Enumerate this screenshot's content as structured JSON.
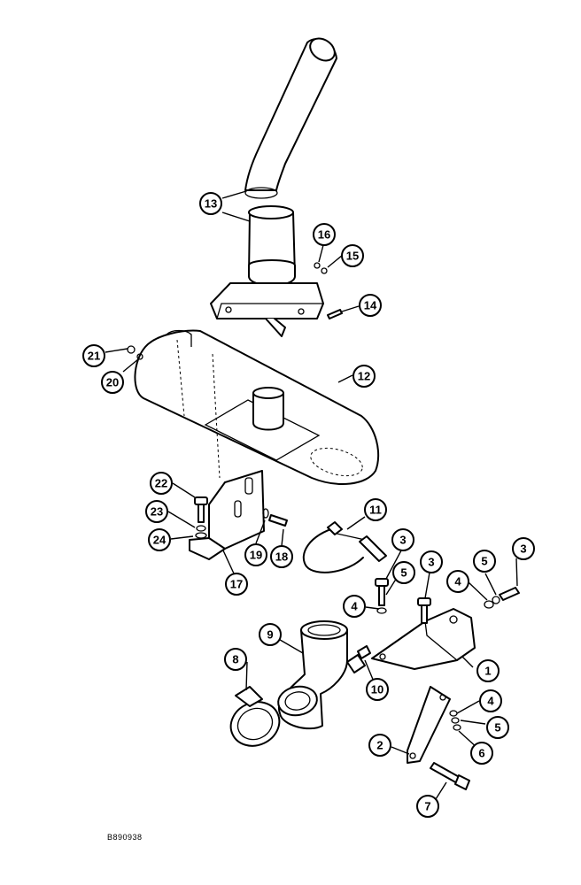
{
  "figure_id": "B890938",
  "callouts": [
    {
      "label": "1"
    },
    {
      "label": "2"
    },
    {
      "label": "3"
    },
    {
      "label": "3"
    },
    {
      "label": "3"
    },
    {
      "label": "4"
    },
    {
      "label": "4"
    },
    {
      "label": "4"
    },
    {
      "label": "5"
    },
    {
      "label": "5"
    },
    {
      "label": "5"
    },
    {
      "label": "6"
    },
    {
      "label": "7"
    },
    {
      "label": "8"
    },
    {
      "label": "9"
    },
    {
      "label": "10"
    },
    {
      "label": "11"
    },
    {
      "label": "12"
    },
    {
      "label": "13"
    },
    {
      "label": "14"
    },
    {
      "label": "15"
    },
    {
      "label": "16"
    },
    {
      "label": "17"
    },
    {
      "label": "18"
    },
    {
      "label": "19"
    },
    {
      "label": "20"
    },
    {
      "label": "21"
    },
    {
      "label": "22"
    },
    {
      "label": "23"
    },
    {
      "label": "24"
    }
  ]
}
